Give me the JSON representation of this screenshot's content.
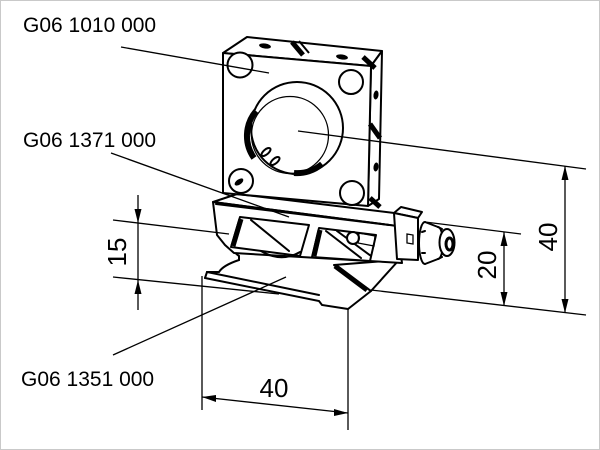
{
  "drawing": {
    "title": "Optical mirror mount assembly - dimensioned isometric drawing",
    "background_color": "#ffffff",
    "line_color": "#000000",
    "labels": {
      "part1": "G06 1010 000",
      "part2": "G06 1371 000",
      "part3": "G06 1351 000"
    },
    "dimensions": {
      "rail_height": "15",
      "knob_axis_height": "20",
      "optical_axis_height": "40",
      "rail_width": "40"
    }
  }
}
